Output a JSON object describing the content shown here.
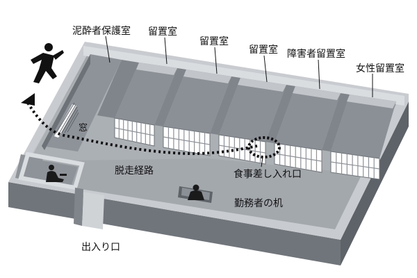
{
  "labels": {
    "drunk_room": "泥酔者保護室",
    "cell_1": "留置室",
    "cell_2": "留置室",
    "cell_3": "留置室",
    "disabled_cell": "障害者留置室",
    "female_cell": "女性留置室",
    "window": "窓",
    "escape_route": "脱走経路",
    "food_slot": "食事差し入れ口",
    "officer_desk": "勤務者の机",
    "entrance": "出入り口"
  },
  "colors": {
    "floor": "#a3a8ad",
    "floor_light": "#b9bdc2",
    "wall_top": "#c8ccd0",
    "wall_side": "#7f858b",
    "wall_dark": "#5d6368",
    "bars": "#ffffff",
    "route": "#111111"
  },
  "icons": {
    "escapee": "running-person-icon",
    "guard": "seated-person-icon",
    "officer": "officer-at-desk-icon"
  }
}
